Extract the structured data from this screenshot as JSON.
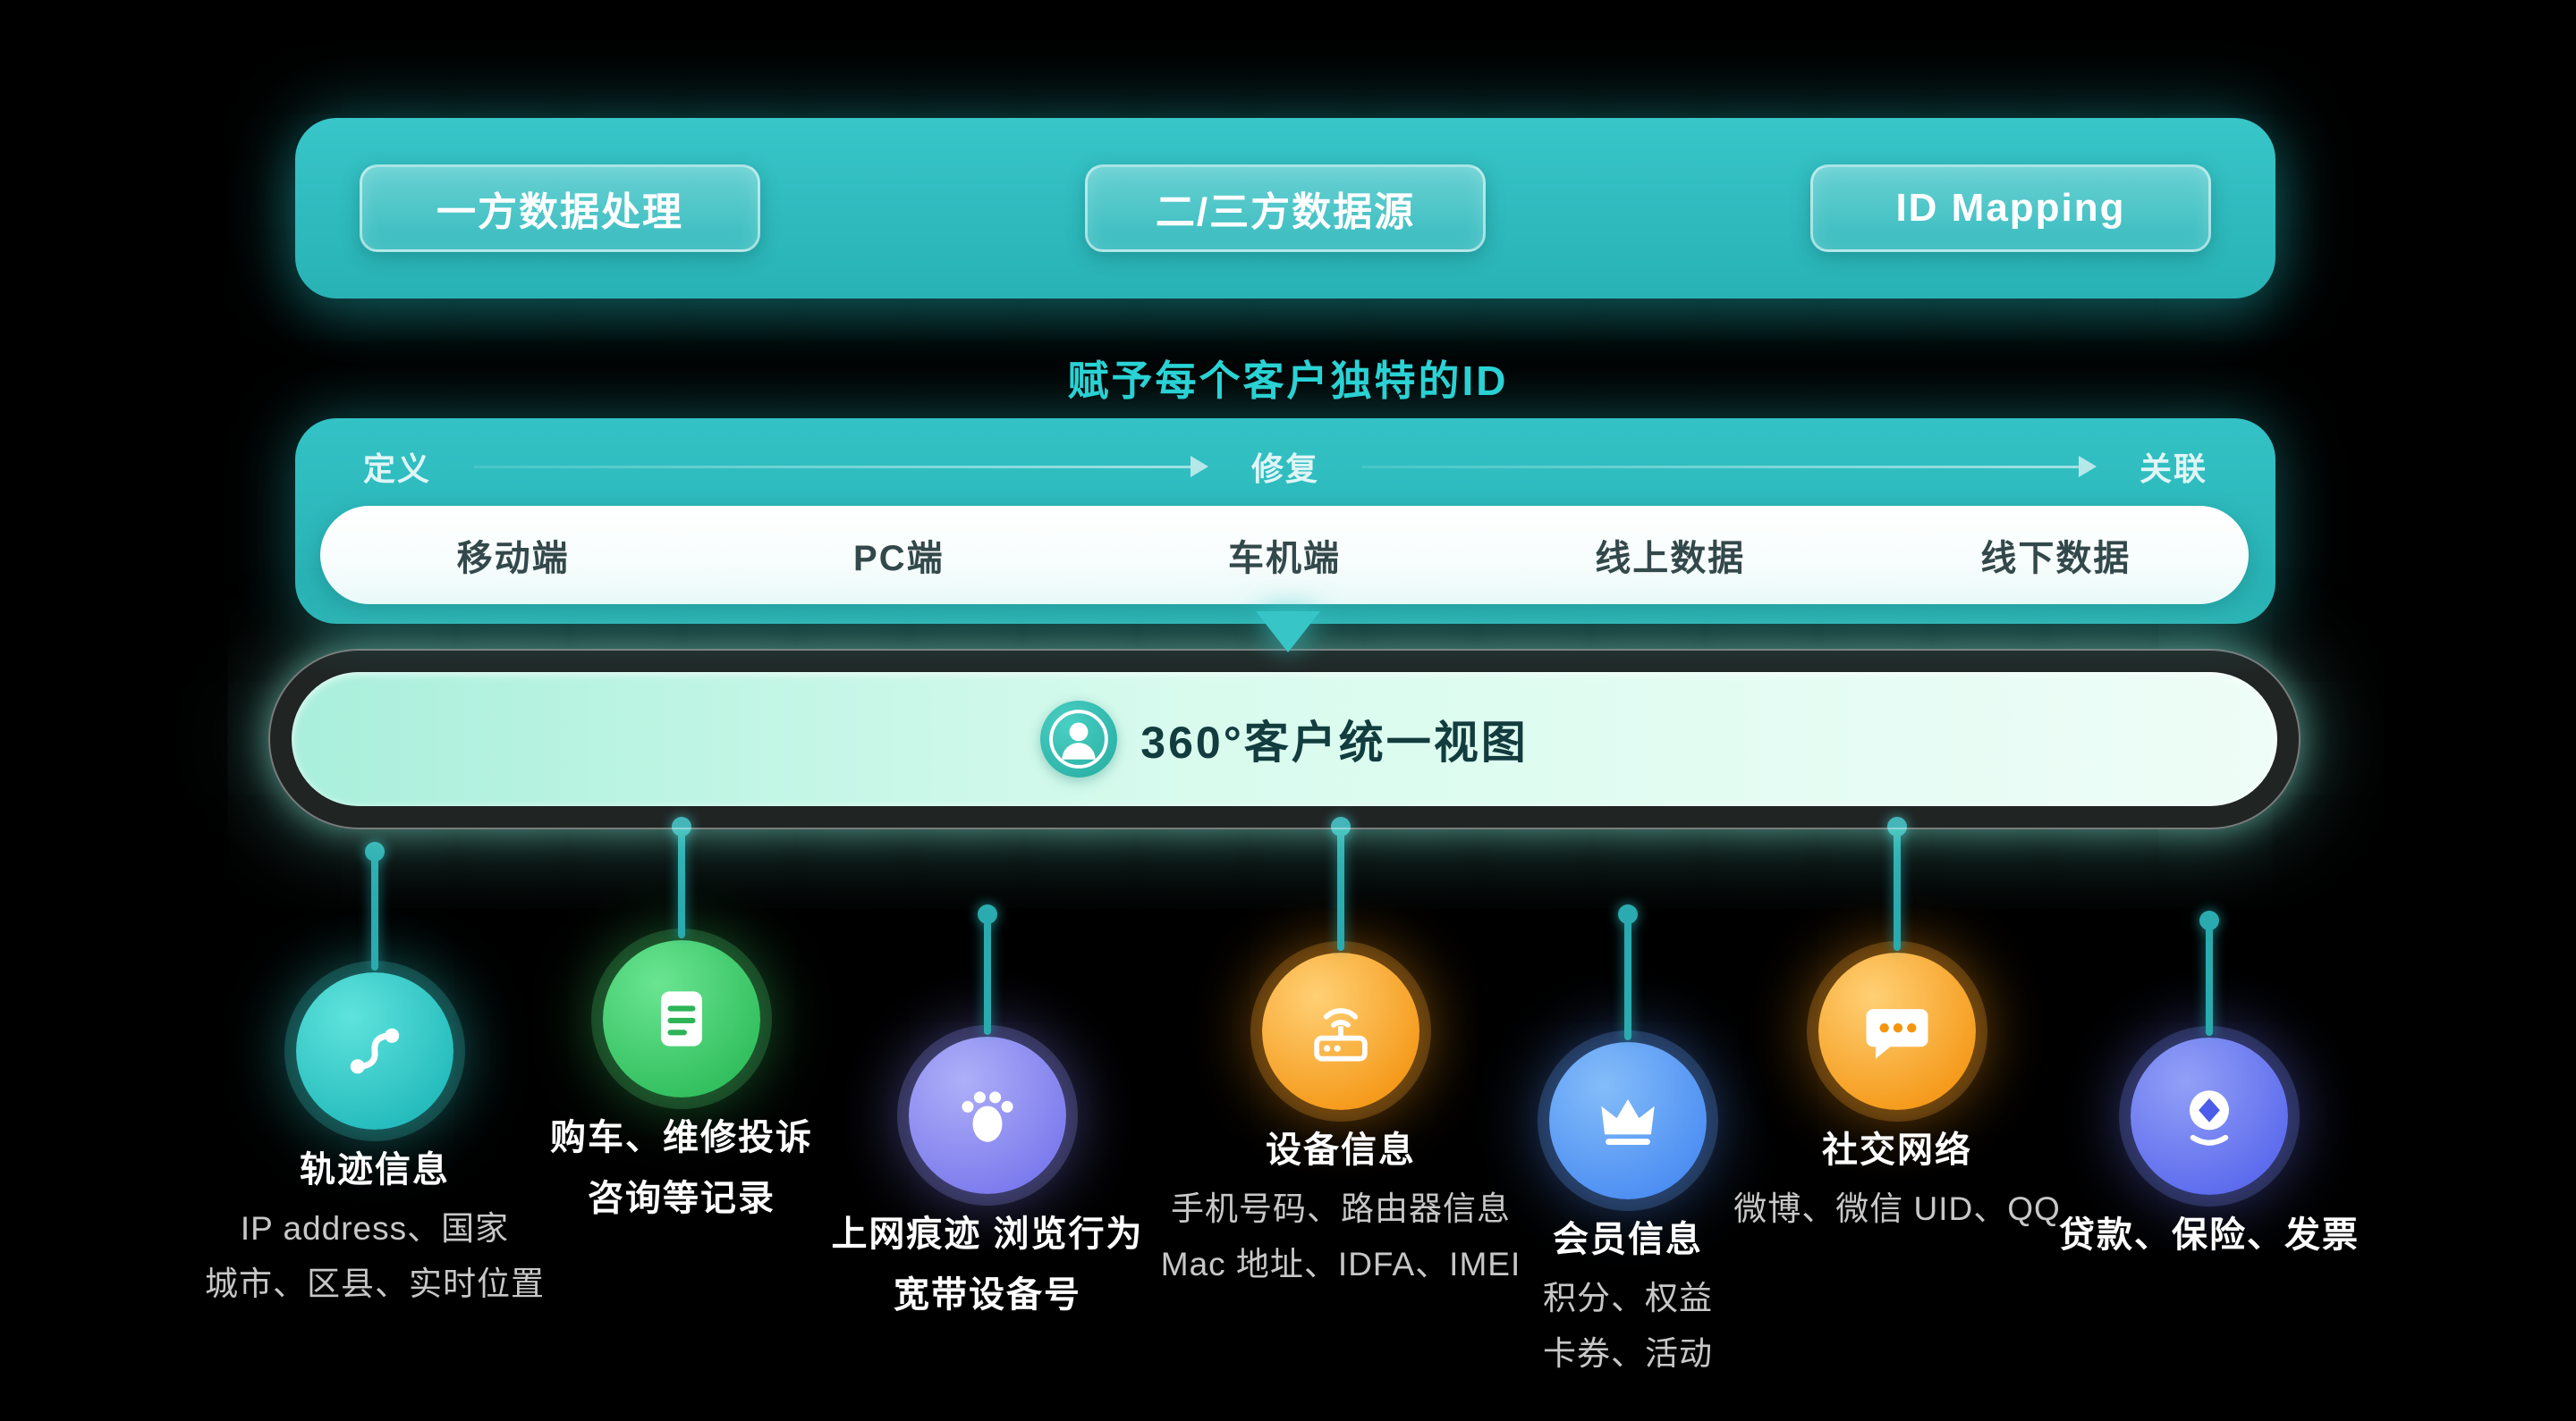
{
  "colors": {
    "teal_primary": "#2ebfc2",
    "headline_teal": "#2bd3d5",
    "connector_teal": "#2aabaf",
    "source_teal": "#1fb7ba",
    "source_green": "#31c35e",
    "source_purple": "#7b79ee",
    "source_orange": "#f79a1a",
    "source_blue": "#4a90f2",
    "source_indigo": "#5b6cee"
  },
  "top_banner": {
    "buttons": [
      {
        "label": "一方数据处理"
      },
      {
        "label": "二/三方数据源"
      },
      {
        "label": "ID Mapping"
      }
    ]
  },
  "headline": "赋予每个客户独特的ID",
  "pipeline": {
    "stages": [
      {
        "label": "定义"
      },
      {
        "label": "修复"
      },
      {
        "label": "关联"
      }
    ],
    "arrow_icon": "arrow-right-icon",
    "channels": [
      {
        "label": "移动端"
      },
      {
        "label": "PC端"
      },
      {
        "label": "车机端"
      },
      {
        "label": "线上数据"
      },
      {
        "label": "线下数据"
      }
    ]
  },
  "down_arrow_icon": "arrow-down-icon",
  "unified_view": {
    "icon": "person-icon",
    "label": "360°客户统一视图"
  },
  "sources": [
    {
      "icon": "route-icon",
      "title": "轨迹信息",
      "desc1": "IP address、国家",
      "desc2": "城市、区县、实时位置"
    },
    {
      "icon": "document-icon",
      "title": "购车、维修投诉",
      "title2": "咨询等记录"
    },
    {
      "icon": "footprint-icon",
      "title": "上网痕迹  浏览行为",
      "title2": "宽带设备号"
    },
    {
      "icon": "router-icon",
      "title": "设备信息",
      "desc1": "手机号码、路由器信息",
      "desc2": "Mac 地址、IDFA、IMEI"
    },
    {
      "icon": "crown-icon",
      "title": "会员信息",
      "desc1": "积分、权益",
      "desc2": "卡券、活动"
    },
    {
      "icon": "chat-icon",
      "title": "社交网络",
      "desc1": "微博、微信 UID、QQ"
    },
    {
      "icon": "shield-icon",
      "title": "贷款、保险、发票"
    }
  ]
}
